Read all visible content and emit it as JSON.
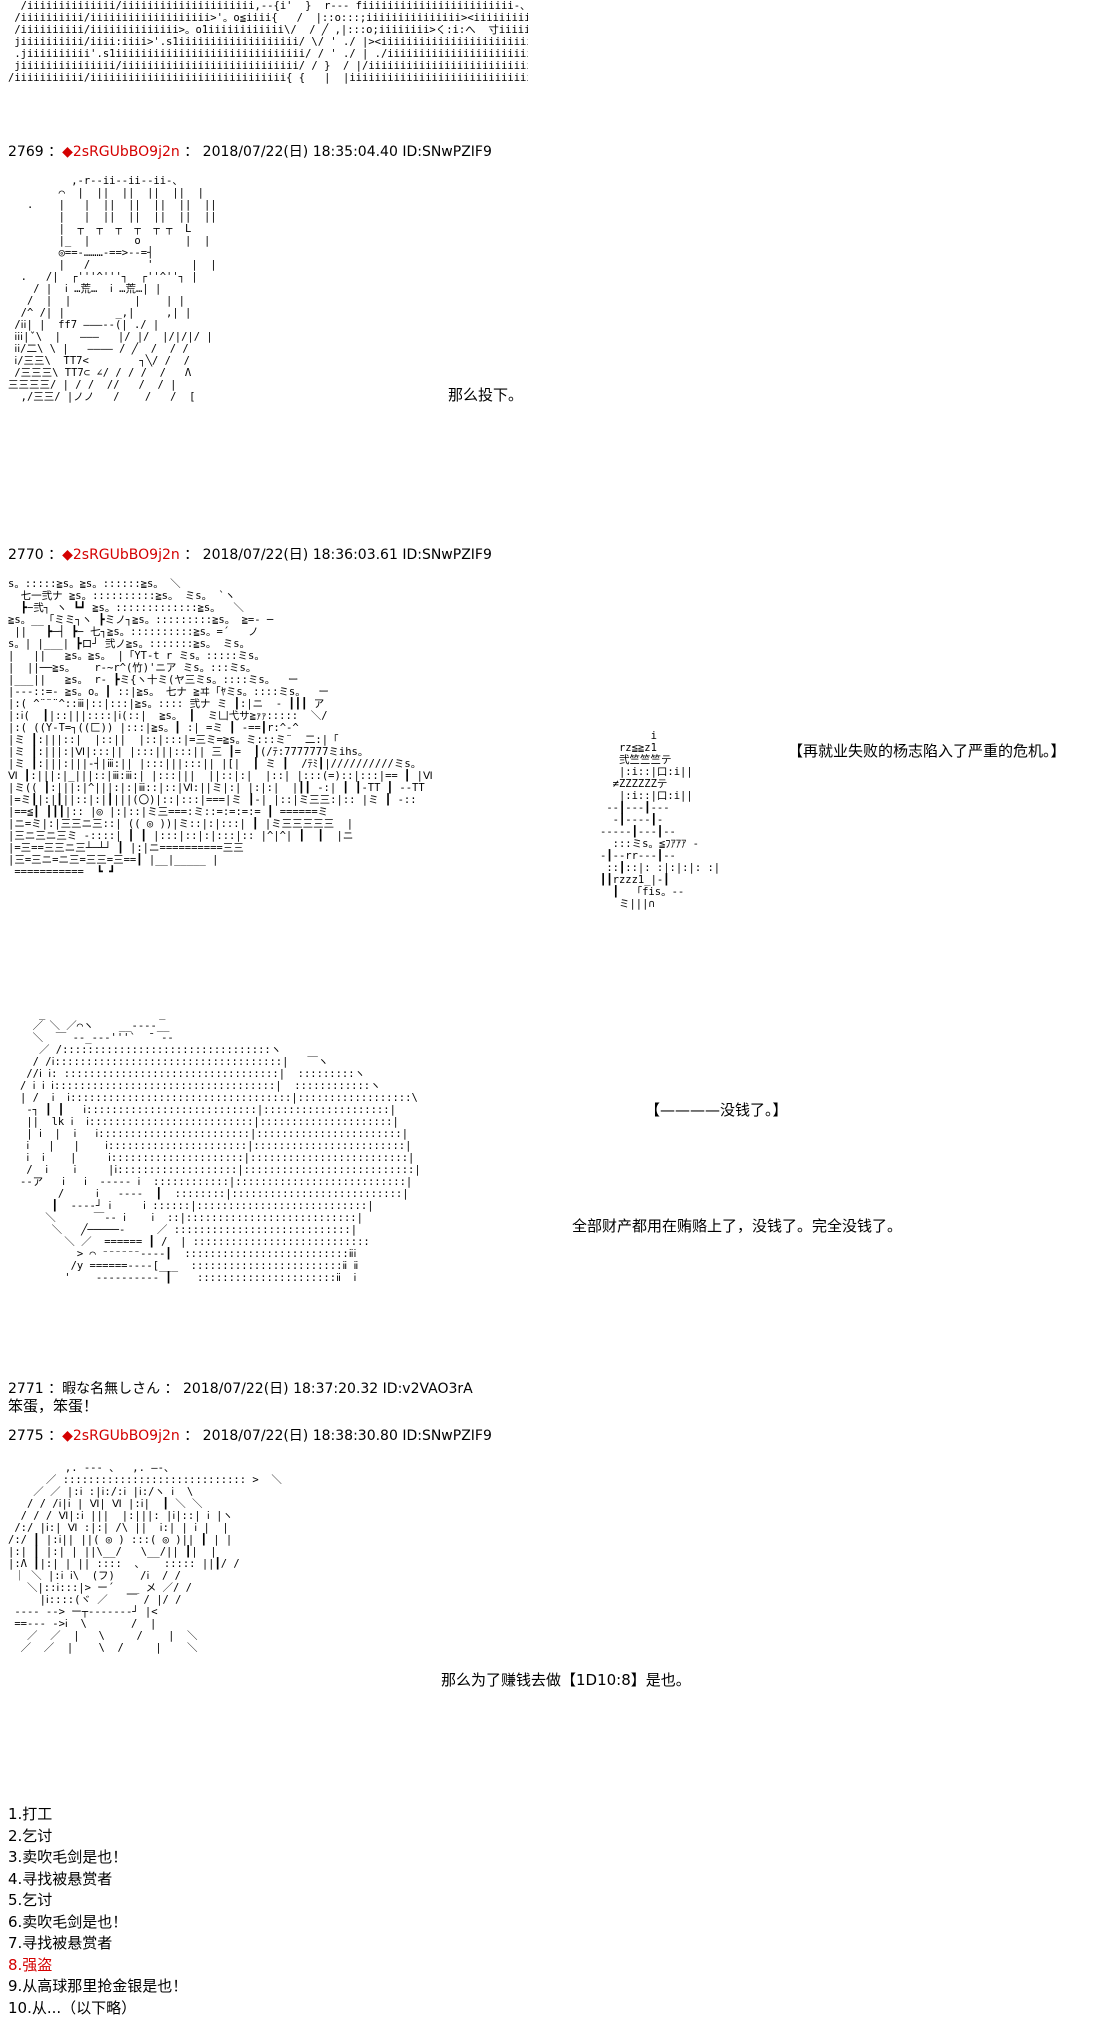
{
  "top_art": "  /iiiiiiiiiiiiii/iiiiiiiiiiiiiiiiiiiii,-‐{i'  }  r--- fiiiiiiiiiiiiiiiiiiiiiiii-、\n /iiiiiiiiii/iiiiiiiiiiiiiiiiiii>'。o≦iiii{   /  |::o:::;iiiiiiiiiiiiiii><iiiiiiiiiiミs。\n /iiiiiiiiii/iiiiiiiiiiiiii>。o1iiiiiiiiiiii\\/  / ╱ ,|:::o;iiiiiiii>く:i:へ  寸iiiiiiiiiiミs。\n jiiiiiiiiii/iiii:iiii>'.s1iiiiiiiiiiiiiiiiiii/ \\/ ' ./ |><iiiiiiiiiiiiiiiiiiiiiiii\\ \\iiiiiiiiiii\n .jiiiiiiiiii'.s1iiiiiiiiiiiiiiiiiiiiiiiiiiiiii/ / ' ./ | ./iiiiiiiiiiiiiiiiiiiiiiiiiiiiiiiiii\\ \\iiiiiiiii\n jiiiiiiiiiiiiiii/iiiiiiiiiiiiiiiiiiiiiiiiiiii/ / }  / |/iiiiiiiiiiiiiiiiiiiiiiiiiiiiiiiiiiiiii\\ \\iiiiiiiii\n/iiiiiiiiiii/iiiiiiiiiiiiiiiiiiiiiiiiiiiiiii{ {   |  |iiiiiiiiiiiiiiiiiiiiiiiiiiiiiiiiiiiiiiiiii\\ \\iiiiii",
  "posts": [
    {
      "number": "2769",
      "sep": "：",
      "diamond": "◆",
      "trip": "2sRGUbBO9j2n",
      "colon": "：",
      "date": "2018/07/22(日) 18:35:04.40 ID:SNwPZIF9",
      "art": "          ,-r--ii--ii--ii-、\n        ⌒  |  ||  ||  ||  ||  |\n   .    |   |  ||  ||  ||  ||  ||\n        |   |  ||  ||  ||  ||  ||\n        |  ┬  ┬  ┬  ┬  ┬ ┬  L\n        |_  |       o       |  |\n        ◎==-………-==>--=┤\n        |   /         '      |  |\n  .   /|  ┌'''^'''┐  ┌''^''┐ |\n    / |  ⅰ …荒…  ⅰ …荒…| |\n   /  |  |          |    | |\n  /^ /| |        _,|     ,| |\n /ⅰⅰ| |  ff7 ―――--(| ./ |\n ⅰⅰⅰ|ˇ\\  |   ―――   |/ |/  |/|/|/ |\n ⅰⅰ/二\\ \\ |   ―――― / ╱  /  / /\n ⅰ/三三\\  ̄TT7<        ┐╲/ /  /\n /三三三\\ TT7⊂ ∠/ / / /  /   Λ\n三三三三/ | / /  //   /  / |\n  ,/三三/ |ノノ   /    /   /  [",
      "caption": "那么投下。"
    },
    {
      "number": "2770",
      "sep": "：",
      "diamond": "◆",
      "trip": "2sRGUbBO9j2n",
      "colon": "：",
      "date": "2018/07/22(日) 18:36:03.61 ID:SNwPZIF9",
      "art": "s。:::::≧s。≧s。::::::≧s。 ＼\n  七一弐ナ ≧s。::::::::::≧s。 ミs。 `ヽ\n  ┣−弐┐ ヽ ┗┛ ≧s。:::::::::::::≧s。  ＼\n≧s。__「ミミ┐ヽ ┣ミノ┐≧s。:::::::::≧s。 ≧=- ─\n ||   ┣─┤ ┣− 七┐≧s。::::::::::≧s。=´   ノ\ns。| |___| ┣ロ┘ 弐ノ≧s。:::::::≧s。 ミs。\n|   ||   ≧s。≧s。 |「YT‐t r ミs。:::::ミs。\n|  ||──≧s。   r‐~r^(竹)'ニア ミs。:::ミs。\n|___||   ≧s。 r‐ ┣ミ{ヽ十ミ(ヤ三ミs。::::ミs。  ー\n|---::=‐ ≧s。o。┃ ::|≧s。 七ナ ≧ヰ「ﾔミs。::::ミs。  ー\n|:( ^¨¨¨^::ⅲ|::|:::|≧s。:::: 弐ナ ミ ┃:|ニ  ‐ ┃┃┃ ア\n|:ⅰ(  ┃|::|||::::|ⅰ(::|  ≧s。 ┃  ミ凵弋サ≧ｧｧ:::::  ＼/\n|:( ((Υ‐T=┐((匚)) |:::|≧s。┃ :| =ミ ┃ ‐==┃r:^‐^\n|ミ ┃:|||::|  |::||  |::|:::|=三ミ=≧s。ミ:::ミ¨  二:|「\n|ミ ┃:|||:|Ⅵ|:::|| |:::|||:::|| 三 ┃=  ┃(/ﾃ:7777777ミihs。\n|ミ ┃:|||:|||‐┤|ⅲ:|| |:::|||:::|| |[|  ┃ ミ ┃  /ﾃﾐ┃|//////////ミs。\nⅥ ┃:|||:|_|||::|ⅲ:ⅲ:| |:::|||  ||::|:|  |::| |:::(=)::|:::|== ┃ |Ⅵ \n|ミ(( ┃:|||:|^|||:|:|ⅲ::|::|Ⅵ:||ミ|:| |:|:|  |┃┃ ‐:| ┃ ┃‐TT ┃ ‐‐TT\n|=ミ┃|:|┃||::|:|┃|||(〇)|::|:::|===|ミ ┃‐| |::|ミ三三:|:: |ミ ┃ ‐:: \n|==≦┃ ┃┃┃|:: |◎ |:|::|ミ三===:ミ::=:=:=:= ┃ ======ミ\n|ニ=ミ|:|三三ニ三::| (( ◎ ))|ミ::|:|:::| ┃ |ミ三三三三三  |\n|三ニ三ニ三ミ ‐::::| ┃ ┃ |:::|::|:|:::|:: |^|^| ┃  ┃  |ニ\n|=三==三三ニ三┴─┴┘ ┃ |:|ニ==========三三\n|三=三ニ=ニ三=三三=三==┃ |__|_____ |\n ===========  ┗ ┛",
      "ship_art": "        i\n   rz≦≧z1\n   弐竺竺竺テ\n   |:i::|口:i||\n  ≠ZZZZZZテ\n   |:i::|口:i||\n ‐‐┃‐‐‐┃‐‐‐\n  ‐┃‐‐‐‐┃‐\n‐‐‐‐‐┃‐‐‐┃‐‐\n  :::ミs。≦ﾌｱｱｱ ‐\n‐┃‐‐rr‐‐‐┃‐‐\n ::┃::|: :|:|:|: :|\n┃┃rzzz1_|‐┃\n  ┃  「fis。‐‐\n   ミ|||∩",
      "caption": "【再就业失败的杨志陷入了严重的危机。】",
      "second_art": "   _                  _\n  ／ ＼ ／⌒ヽ    __----__\n  ＼  ￣ ‐‐_--‐'''`  ̄  ‐‐\n   ／ /:::::::::::::::::::::::::::::::::ヽ\n  / /ⅰ::::::::::::::::::::::::::::::::::::|   ￣ヽ\n //ⅰ ⅰ: ::::::::::::::::::::::::::::::::::|  :::::::::ヽ\n/ ⅰ ⅰ ⅰ:::::::::::::::::::::::::::::::::::|  ::::::::::::ヽ\n| /  ⅰ  ⅰ:::::::::::::::::::::::::::::::::::|::::::::::::::::::\\\n ‐┐ ┃ ┃   ⅰ:::::::::::::::::::::::::::|::::::::::::::::::::|\n ||  lk ⅰ  ⅰ::::::::::::::::::::::::::|:::::::::::::::::::::|\n | ⅰ  |  ⅰ   ⅰ::::::::::::::::::::::::|:::::::::::::::::::::::|\n ⅰ   |   |    ⅰ::::::::::::::::::::::|::::::::::::::::::::::::|\n ⅰ  ⅰ    |     ⅰ:::::::::::::::::::::|:::::::::::::::::::::::::|\n /  ⅰ    ⅰ     |ⅰ:::::::::::::::::::|:::::::::::::::::::::::::::|\n‐‐ア   ⅰ   ⅰ  ‐‐--‐ ⅰ  ::::::::::::|:::::::::::::::::::::::::::|\n      /     ⅰ   ‐‐‐‐  ┃  ::::::::|:::::::::::::::::::::::::::|\n     ┃  ‐‐‐‐┘ ⅰ     ⅰ ::::::|:::::::::::::::::::::::::::|\n    ＼      ￣‐‐ ⅰ    ⅰ  ::|:::::::::::::::::::::::::::|\n     ＼   ╱─────‐     ／ ::::::::::::::::::::::::::::|\n       ＼ ／  ====== ┃ /  | ::::::::::::::::::::::::::::\n         > ⌒ ⁻⁻⁻⁻⁻⁻‐‐‐‐┃  ::::::::::::::::::::::::::ⅱⅰ\n        /y ======---‐[___  ::::::::::::::::::::::::ⅱ ⅱ\n       '    ‐‐‐‐‐‐‐‐‐‐ ┃    ::::::::::::::::::::::ⅱ  ⅰ",
      "caption2": "【————没钱了。】",
      "caption3": "全部财产都用在贿赂上了，没钱了。完全没钱了。"
    },
    {
      "number": "2771",
      "sep": "：",
      "name": "暇な名無しさん",
      "colon": "：",
      "date": "2018/07/22(日) 18:37:20.32 ID:v2VAO3rA",
      "body": "笨蛋，笨蛋！"
    },
    {
      "number": "2775",
      "sep": "：",
      "diamond": "◆",
      "trip": "2sRGUbBO9j2n",
      "colon": "：",
      "date": "2018/07/22(日) 18:38:30.80 ID:SNwPZIF9",
      "art": "         ,. --- 、  ,. ―-、\n      ／ ::::::::::::::::::::::::::::: >  ＼\n    ／ ／ |:ⅰ :|ⅰ:/:ⅰ |ⅰ:/ヽ ⅰ  \\\n   / / /ⅰ|ⅰ | Ⅵ| Ⅵ |:ⅰ|  ┃ ＼ ＼\n  / / / Ⅵ|:ⅰ |||  |:|||: |ⅰ|::| ⅰ |ヽ\n /:/ |ⅰ:| Ⅵ :|:| /\\ ||  ⅰ:| | ⅰ |  |\n/:/ ┃ |:ⅰ|| ||( ◎ ) :::( ◎ )|| ┃ | |\n|:| ┃ |:| | ||\\__/   \\__/|| ┃|  |\n|:Λ ┃|:| | || ::::  、   ::::: ||┃/ /\n ｜ ＼ |:ⅰ ⅰ\\  (フ)    /ⅰ  / /\n   ＼|::ⅰ:::|> ー´  __ メ ／/ /\n     |ⅰ::::(ヾ ／   ￣ / |/ /\n ‐‐‐‐ ‐‐> ー┬‐‐‐‐‐‐‐┘ |<\n ==-‐‐ ‐>ⅰ  \\       /  |\n   ／  ／  |   \\     /    |  ＼\n  ／  ／  |    \\  /     |    ＼",
      "caption": "那么为了赚钱去做【1D10:8】是也。",
      "choices": [
        "1.打工",
        "2.乞讨",
        "3.卖吹毛剑是也！",
        "4.寻找被悬赏者",
        "5.乞讨",
        "6.卖吹毛剑是也！",
        "7.寻找被悬赏者",
        "8.强盗",
        "9.从高球那里抢金银是也！",
        "10.从...（以下略）"
      ],
      "selected_index": 7,
      "selected_color": "#d40000"
    }
  ],
  "colors": {
    "trip": "#d40000",
    "text": "#000000",
    "background": "#ffffff"
  }
}
